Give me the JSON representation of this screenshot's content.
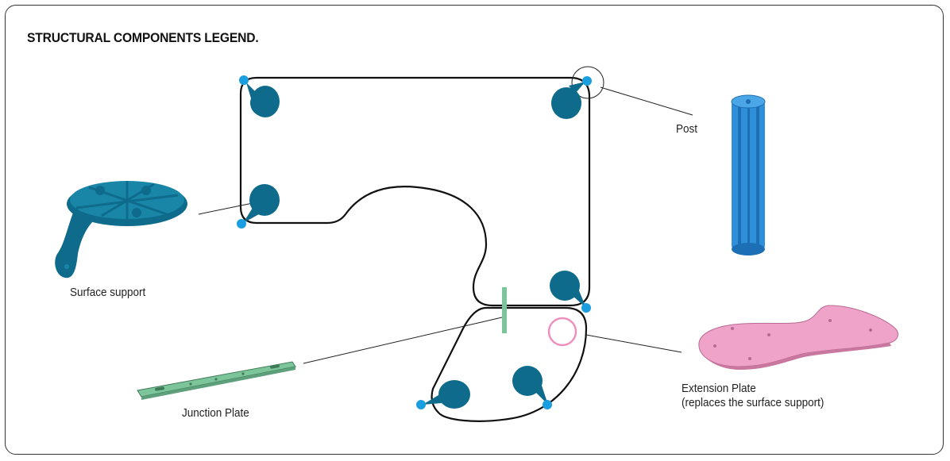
{
  "title": "STRUCTURAL COMPONENTS LEGEND.",
  "labels": {
    "post": "Post",
    "surface_support": "Surface support",
    "junction_plate": "Junction Plate",
    "extension_plate_line1": "Extension Plate",
    "extension_plate_line2": "(replaces the surface support)"
  },
  "colors": {
    "outline": "#111111",
    "post_dot": "#1a9ee0",
    "support_pad": "#0e6b8c",
    "post_body": "#2f8fd8",
    "junction_plate": "#7cc59a",
    "extension_plate": "#f0a3c8",
    "extension_ring": "#ee8fbf"
  }
}
